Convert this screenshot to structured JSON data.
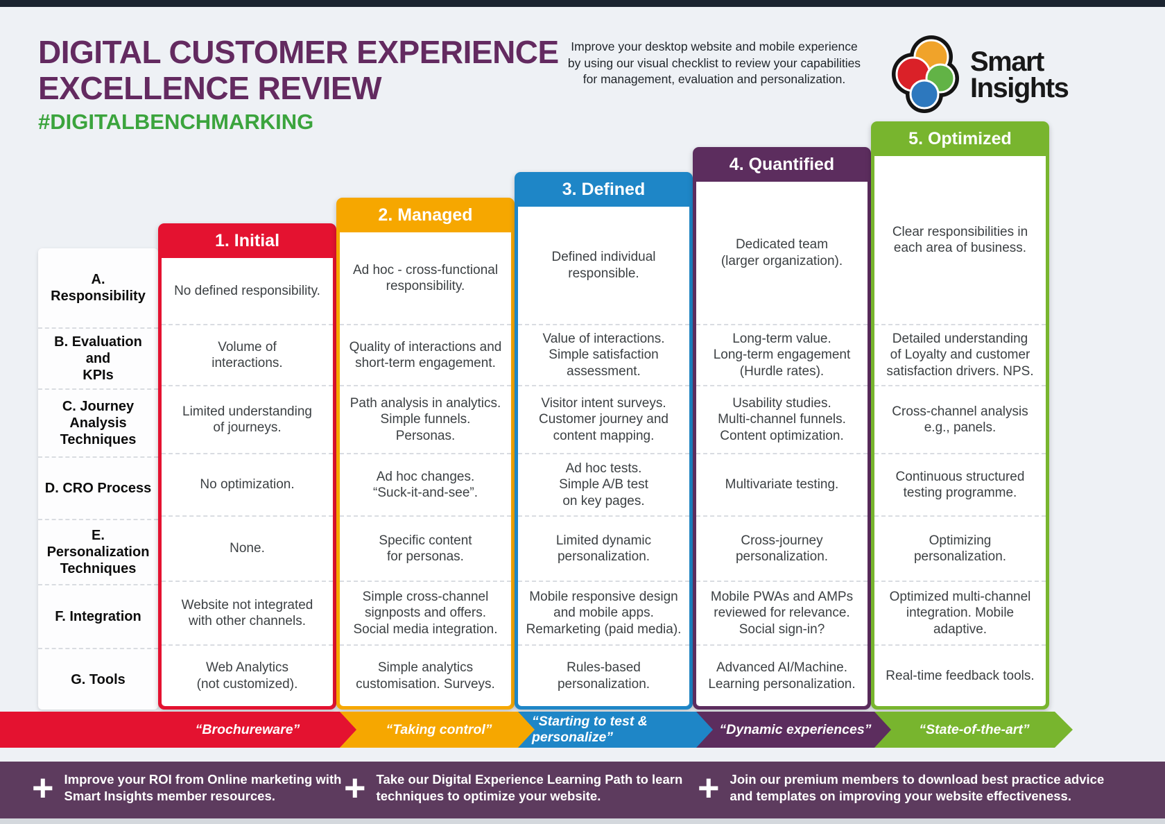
{
  "header": {
    "title": "DIGITAL CUSTOMER EXPERIENCE\nEXCELLENCE REVIEW",
    "hashtag": "#DIGITALBENCHMARKING",
    "intro": "Improve your desktop website and mobile experience\nby using our visual checklist to review your capabilities\nfor management, evaluation and personalization.",
    "logo_text": "Smart\nInsights"
  },
  "colors": {
    "c1": "#e41230",
    "c2": "#f6a700",
    "c3": "#1e86c7",
    "c4": "#5c2d5e",
    "c5": "#78b52e",
    "title": "#632a60",
    "hashtag": "#3ba43d",
    "footerbg": "#5d3b5e",
    "topbar": "#1b2430"
  },
  "matrix": {
    "row_labels": [
      "A. Responsibility",
      "B. Evaluation and\nKPIs",
      "C. Journey\nAnalysis\nTechniques",
      "D. CRO Process",
      "E. Personalization\nTechniques",
      "F. Integration",
      "G. Tools"
    ],
    "columns": [
      {
        "label": "1. Initial",
        "quote": "“Brochureware”",
        "cells": [
          "No defined responsibility.",
          "Volume of\ninteractions.",
          "Limited understanding\nof journeys.",
          "No optimization.",
          "None.",
          "Website not integrated\nwith other channels.",
          "Web Analytics\n(not customized)."
        ]
      },
      {
        "label": "2. Managed",
        "quote": "“Taking control”",
        "cells": [
          "Ad hoc - cross-functional\nresponsibility.",
          "Quality of interactions and\nshort-term engagement.",
          "Path analysis in analytics.\nSimple funnels.\nPersonas.",
          "Ad hoc changes.\n“Suck-it-and-see”.",
          "Specific content\nfor personas.",
          "Simple cross-channel\nsignposts and offers.\nSocial media integration.",
          "Simple analytics\ncustomisation. Surveys."
        ]
      },
      {
        "label": "3. Defined",
        "quote": "“Starting to test & personalize”",
        "cells": [
          "Defined individual\nresponsible.",
          "Value of interactions.\nSimple satisfaction\nassessment.",
          "Visitor intent surveys.\nCustomer journey and\ncontent mapping.",
          "Ad hoc tests.\nSimple A/B test\non key pages.",
          "Limited dynamic\npersonalization.",
          "Mobile responsive design\nand mobile apps.\nRemarketing (paid media).",
          "Rules-based\npersonalization."
        ]
      },
      {
        "label": "4. Quantified",
        "quote": "“Dynamic experiences”",
        "cells": [
          "Dedicated team\n(larger organization).",
          "Long-term value.\nLong-term engagement\n(Hurdle rates).",
          "Usability studies.\nMulti-channel funnels.\nContent optimization.",
          "Multivariate testing.",
          "Cross-journey\npersonalization.",
          "Mobile PWAs and AMPs\nreviewed for relevance.\nSocial sign-in?",
          "Advanced AI/Machine.\nLearning personalization."
        ]
      },
      {
        "label": "5. Optimized",
        "quote": "“State-of-the-art”",
        "cells": [
          "Clear responsibilities in\neach area of business.",
          "Detailed understanding\nof Loyalty and customer\nsatisfaction drivers. NPS.",
          "Cross-channel analysis\ne.g., panels.",
          "Continuous structured\ntesting programme.",
          "Optimizing\npersonalization.",
          "Optimized multi-channel\nintegration. Mobile\nadaptive.",
          "Real-time feedback tools."
        ]
      }
    ]
  },
  "footer": {
    "plus": "+",
    "items": [
      "Improve your ROI from Online marketing with\nSmart Insights member resources.",
      "Take our Digital Experience Learning Path to learn\ntechniques to optimize your website.",
      "Join our premium members to download best practice advice\nand templates on improving your website effectiveness."
    ]
  }
}
